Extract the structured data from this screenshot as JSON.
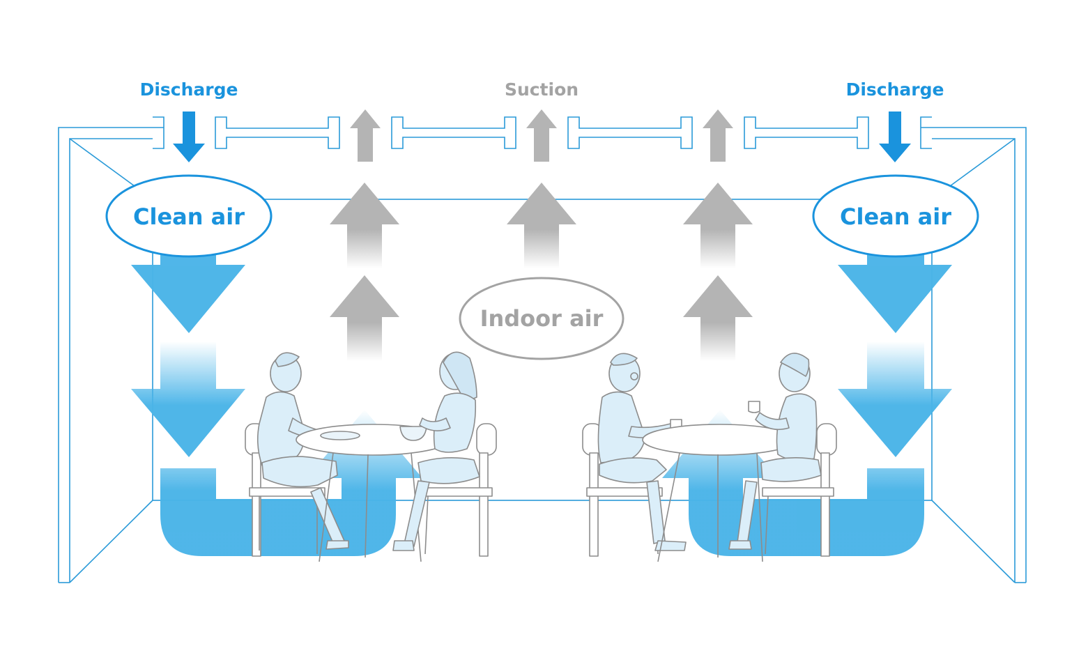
{
  "labels": {
    "discharge_left": "Discharge",
    "suction": "Suction",
    "discharge_right": "Discharge",
    "clean_air_left": "Clean air",
    "clean_air_right": "Clean air",
    "indoor_air": "Indoor air"
  },
  "colors": {
    "clean_flow": "#4ab4e8",
    "clean_text": "#1a93dd",
    "indoor_flow": "#b4b4b4",
    "indoor_text": "#a3a3a3",
    "outline": "#2a9ad8"
  }
}
